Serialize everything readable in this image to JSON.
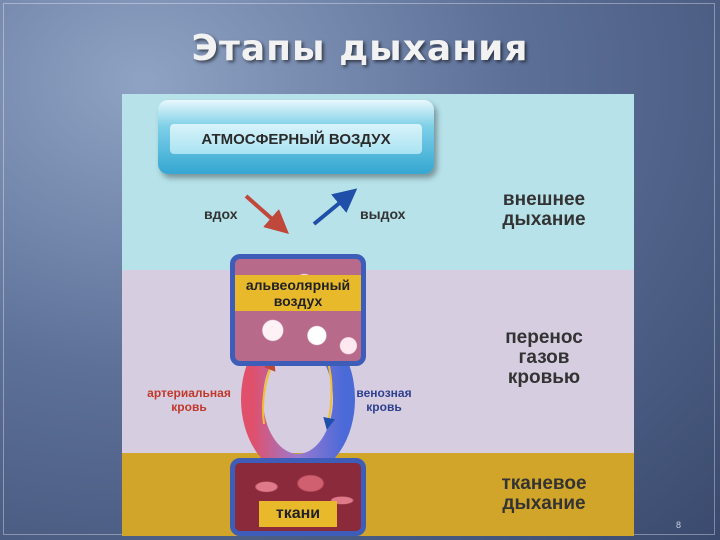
{
  "slide": {
    "title": "Этапы дыхания",
    "page_number": "8"
  },
  "diagram": {
    "atmosphere_label": "АТМОСФЕРНЫЙ ВОЗДУХ",
    "inhale_label": "вдох",
    "exhale_label": "выдох",
    "alveolar_label": "альвеолярный воздух",
    "arterial_label": "артериальная кровь",
    "venous_label": "венозная кровь",
    "tissue_label": "ткани",
    "stages": {
      "external": "внешнее дыхание",
      "transport": "перенос газов кровью",
      "tissue": "тканевое дыхание"
    },
    "colors": {
      "band_top": "#b7e2ea",
      "band_mid": "#d6cde0",
      "band_bot": "#d0a52a",
      "arterial_text": "#c0392b",
      "venous_text": "#2e3f8f",
      "inhale_arrow": "#c0483a",
      "exhale_arrow": "#1f4fa8"
    }
  }
}
